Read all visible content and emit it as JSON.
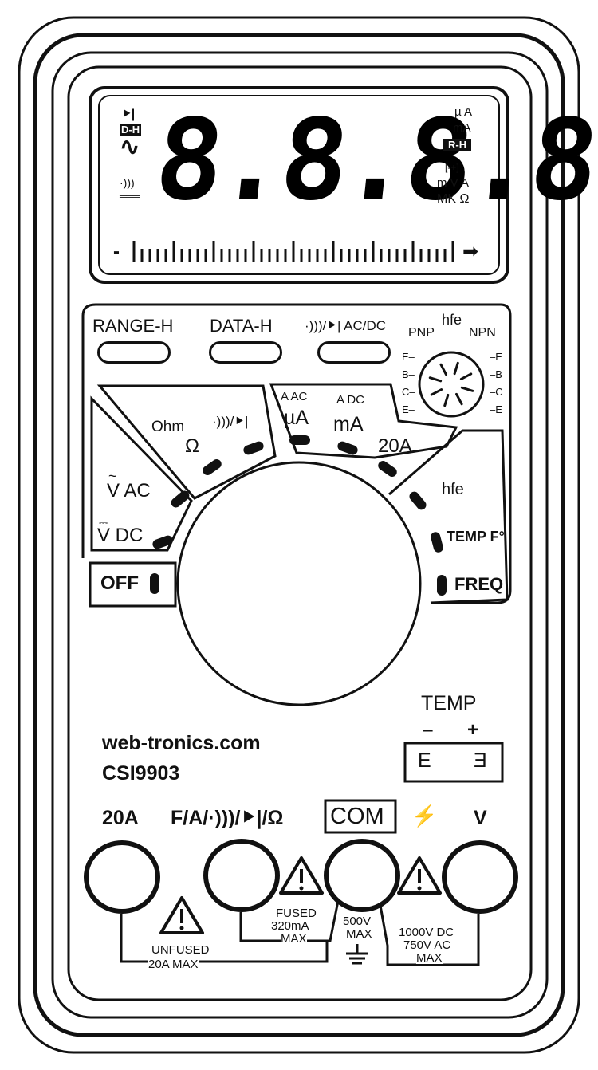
{
  "display": {
    "reading": "8.8.8.8",
    "left_flags": {
      "diode": "⯈|",
      "data_hold": "D-H",
      "ac": "∿",
      "beep": "·)))",
      "dc": "═══"
    },
    "right_units": {
      "uA": "µ A",
      "mA": "mA",
      "range_hold": "R-H",
      "battery": "[-+]",
      "mva": "m V A",
      "mko": "MK Ω"
    },
    "bar_left": "-",
    "bar_right": "➡"
  },
  "buttons": {
    "range_hold": "RANGE-H",
    "data_hold": "DATA-H",
    "ac_dc": "·)))/⯈| AC/DC"
  },
  "transistor_socket": {
    "title": "hfe",
    "pnp": "PNP",
    "npn": "NPN",
    "left_pins": [
      "E–",
      "B–",
      "C–",
      "E–"
    ],
    "right_pins": [
      "–E",
      "–B",
      "–C",
      "–E"
    ]
  },
  "dial": {
    "off": "OFF",
    "v_dc": "V DC",
    "v_dc_sym": "⎓",
    "v_ac": "V AC",
    "v_ac_sym": "~",
    "ohm_word": "Ohm",
    "ohm_sym": "Ω",
    "diode": "·)))/⯈|",
    "a_ac": "A AC",
    "ua": "µA",
    "a_dc": "A DC",
    "ma": "mA",
    "a20": "20A",
    "hfe": "hfe",
    "temp": "TEMP F°",
    "freq": "FREQ"
  },
  "brand": {
    "site": "web-tronics.com",
    "model": "CSI9903"
  },
  "temp_socket": {
    "title": "TEMP",
    "minus": "–",
    "plus": "+",
    "left": "E",
    "right": "Ǝ"
  },
  "jacks": {
    "a20": "20A",
    "func": "F/A/·)))/⯈|/Ω",
    "com": "COM",
    "lightning": "⚡",
    "v": "V"
  },
  "warnings": {
    "unfused": "UNFUSED",
    "unfused_max": "20A MAX",
    "fused": "FUSED",
    "fused_ma": "320mA",
    "fused_max": "MAX",
    "com_v": "500V",
    "com_max": "MAX",
    "v_dc": "1000V DC",
    "v_ac": "750V AC",
    "v_max": "MAX"
  }
}
